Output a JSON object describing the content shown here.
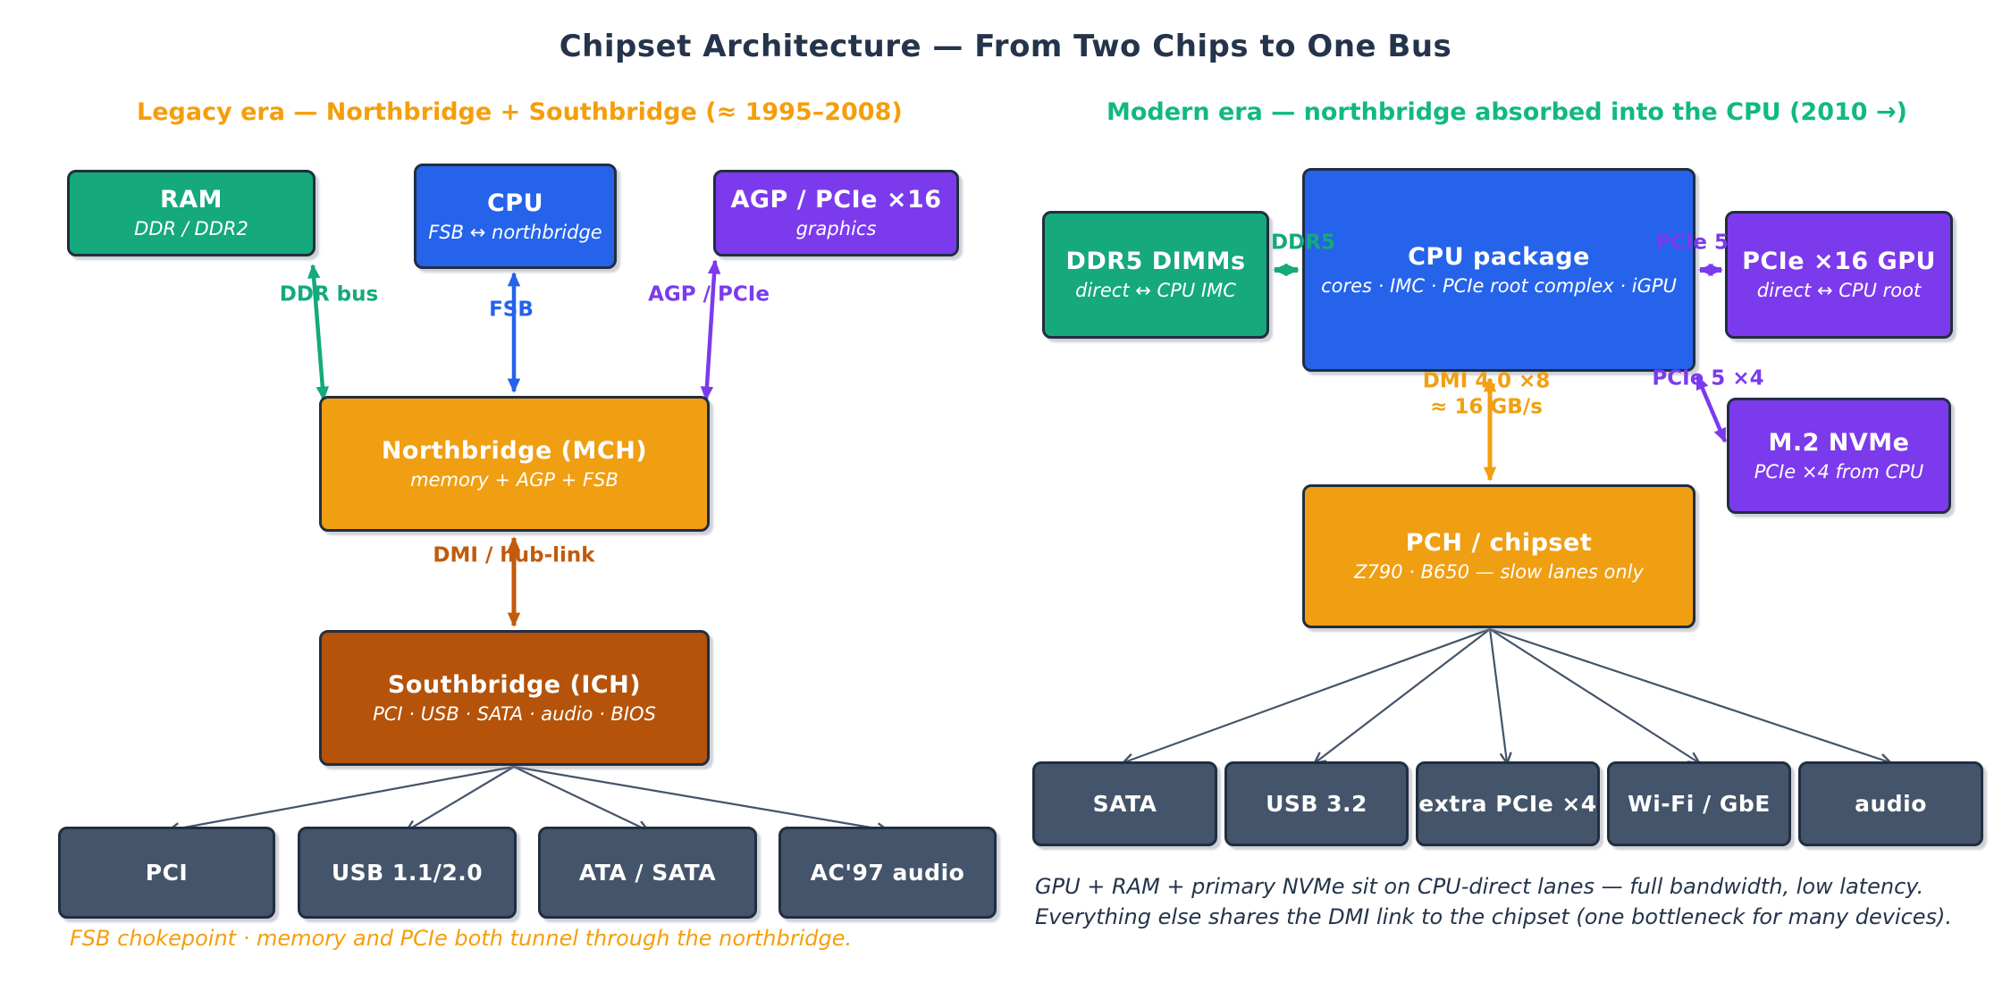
{
  "title": "Chipset Architecture — From Two Chips to One Bus",
  "legacy": {
    "heading": "Legacy era — Northbridge + Southbridge (≈ 1995–2008)",
    "nodes": {
      "ram": {
        "title": "RAM",
        "subtitle": "DDR / DDR2"
      },
      "cpu": {
        "title": "CPU",
        "subtitle": "FSB ↔ northbridge"
      },
      "agp": {
        "title": "AGP / PCIe ×16",
        "subtitle": "graphics"
      },
      "northbridge": {
        "title": "Northbridge (MCH)",
        "subtitle": "memory + AGP + FSB"
      },
      "southbridge": {
        "title": "Southbridge (ICH)",
        "subtitle": "PCI · USB · SATA · audio · BIOS"
      }
    },
    "bus_labels": {
      "ddr": "DDR bus",
      "fsb": "FSB",
      "agp": "AGP / PCIe",
      "dmi": "DMI / hub-link"
    },
    "peripherals": [
      "PCI",
      "USB 1.1/2.0",
      "ATA / SATA",
      "AC'97 audio"
    ],
    "footnote": "FSB chokepoint · memory and PCIe both tunnel through the northbridge."
  },
  "modern": {
    "heading": "Modern era — northbridge absorbed into the CPU (2010 →)",
    "nodes": {
      "ddr5": {
        "title": "DDR5 DIMMs",
        "subtitle": "direct ↔ CPU IMC"
      },
      "cpu": {
        "title": "CPU package",
        "subtitle": "cores · IMC · PCIe root complex · iGPU"
      },
      "gpu": {
        "title": "PCIe ×16 GPU",
        "subtitle": "direct ↔ CPU root"
      },
      "nvme": {
        "title": "M.2 NVMe",
        "subtitle": "PCIe ×4 from CPU"
      },
      "pch": {
        "title": "PCH / chipset",
        "subtitle": "Z790 · B650 — slow lanes only"
      }
    },
    "bus_labels": {
      "ddr5": "DDR5",
      "pcie5": "PCIe 5",
      "dmi_line1": "DMI 4.0 ×8",
      "dmi_line2": "≈ 16 GB/s",
      "pcie5x4": "PCIe 5 ×4"
    },
    "peripherals": [
      "SATA",
      "USB 3.2",
      "extra PCIe ×4",
      "Wi-Fi / GbE",
      "audio"
    ],
    "footnote_line1": "GPU + RAM + primary NVMe sit on CPU-direct lanes — full bandwidth, low latency.",
    "footnote_line2": "Everything else shares the DMI link to the chipset (one bottleneck for many devices)."
  },
  "colors": {
    "navy_text": "#24344b",
    "heading_orange": "#f59e0b",
    "heading_green": "#10b981",
    "box_green": "#15a97c",
    "box_blue": "#2563eb",
    "box_purple": "#7c3aed",
    "box_orange": "#f09e12",
    "box_brown": "#b45309",
    "box_slate": "#44546a",
    "edge_brown": "#c25a0c",
    "edge_orange": "#f0a010",
    "node_border": "#212e41"
  }
}
